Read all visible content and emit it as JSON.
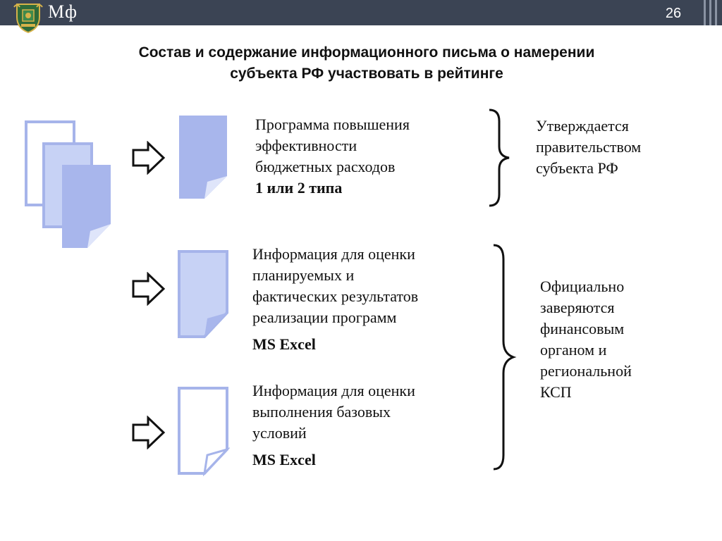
{
  "header": {
    "logo_text": "Мф",
    "slide_number": "26"
  },
  "title": {
    "line1": "Состав и содержание информационного письма о намерении",
    "line2": "субъекта РФ участвовать в рейтинге"
  },
  "blocks": [
    {
      "lines": [
        "Программа повышения",
        "эффективности",
        "бюджетных расходов"
      ],
      "bold": "1 или 2 типа"
    },
    {
      "lines": [
        "Информация для оценки",
        "планируемых и",
        "фактических результатов",
        "реализации программ"
      ],
      "bold": "MS Excel"
    },
    {
      "lines": [
        "Информация для оценки",
        "выполнения базовых",
        "условий"
      ],
      "bold": "MS Excel"
    }
  ],
  "notes": [
    {
      "lines": [
        "Утверждается",
        "правительством",
        "субъекта РФ"
      ]
    },
    {
      "lines": [
        "Официально",
        "заверяются",
        "финансовым",
        "органом и",
        "региональной",
        "КСП"
      ]
    }
  ],
  "colors": {
    "topbar": "#3b4454",
    "doc_dark": "#a8b6ec",
    "doc_medium": "#c7d2f5",
    "doc_light": "#ffffff",
    "doc_border": "#a6b4ea"
  }
}
